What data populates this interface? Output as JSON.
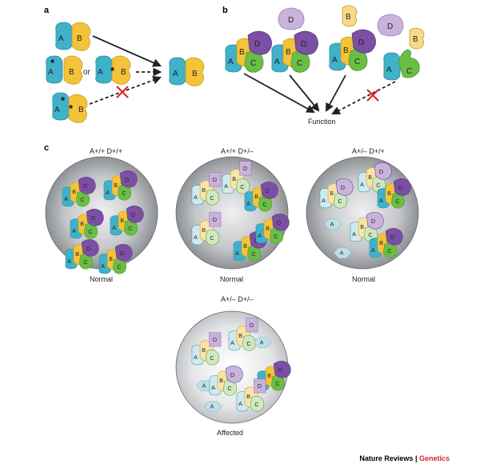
{
  "panels": {
    "a": "a",
    "b": "b",
    "c": "c"
  },
  "subunits": {
    "A": "A",
    "B": "B",
    "C": "C",
    "D": "D"
  },
  "panel_a": {
    "or_label": "or",
    "mutation_marker": "*"
  },
  "panel_b": {
    "function_label": "Function"
  },
  "panel_c": {
    "cells": [
      {
        "title": "A+/+ D+/+",
        "status": "Normal"
      },
      {
        "title": "A+/+ D+/–",
        "status": "Normal"
      },
      {
        "title": "A+/– D+/+",
        "status": "Normal"
      },
      {
        "title": "A+/– D+/–",
        "status": "Affected"
      }
    ]
  },
  "credit": {
    "journal": "Nature Reviews",
    "separator": " | ",
    "section": "Genetics"
  },
  "colors": {
    "A": "#3fb1c9",
    "B": "#f4c33a",
    "C": "#6abd45",
    "D": "#7b4fa3",
    "cell_fill": "#b7b9bc",
    "inhibit": "#e0262a"
  }
}
